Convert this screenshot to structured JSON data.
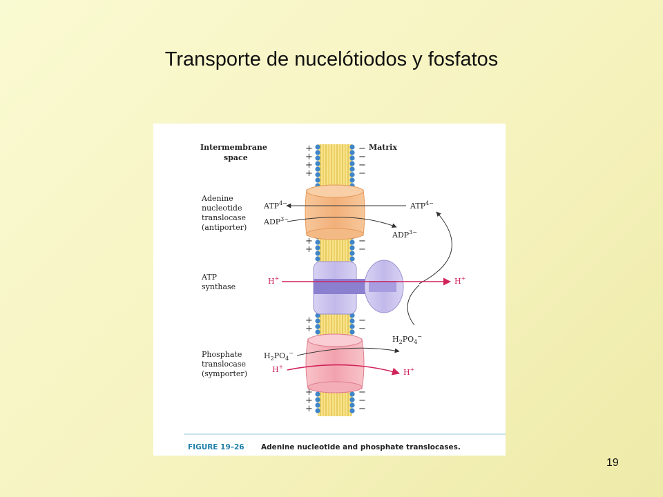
{
  "slide": {
    "title": "Transporte de nucelótiodos y fosfatos",
    "page_number": "19"
  },
  "figure": {
    "labels": {
      "intermembrane": [
        "Intermembrane",
        "space"
      ],
      "matrix": "Matrix",
      "antiporter": [
        "Adenine",
        "nucleotide",
        "translocase",
        "(antiporter)"
      ],
      "atp_synthase": [
        "ATP",
        "synthase"
      ],
      "symporter": [
        "Phosphate",
        "translocase",
        "(symporter)"
      ]
    },
    "species": {
      "atp": "ATP",
      "atp_charge": "4−",
      "adp": "ADP",
      "adp_charge": "3−",
      "h": "H",
      "h_charge": "+",
      "phosphate_h": "H",
      "phosphate_2": "2",
      "phosphate_po": "PO",
      "phosphate_4": "4",
      "phosphate_charge": "−"
    },
    "signs": {
      "plus": "+",
      "minus": "−"
    },
    "caption": {
      "number": "FIGURE 19–26",
      "text": "Adenine nucleotide and phosphate translocases."
    },
    "colors": {
      "antiporter": "#f2b47c",
      "atp_synthase": "#b7aee0",
      "symporter": "#f19aa8",
      "proton": "#d0235a",
      "lipid_head": "#3f85c9",
      "lipid_tail": "#f0d35c"
    }
  }
}
